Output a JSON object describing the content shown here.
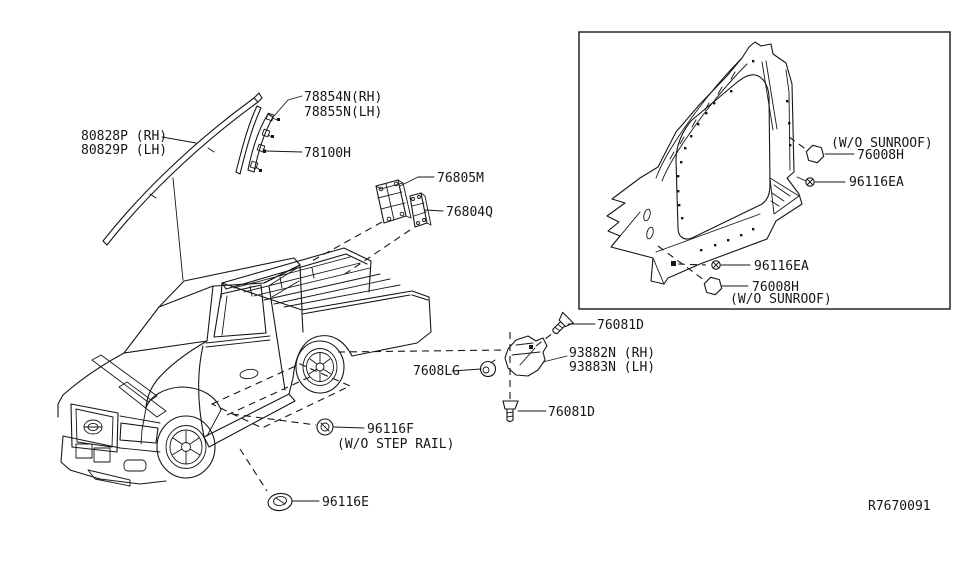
{
  "diagram": {
    "kind": "vehicle-parts-line-diagram",
    "background_color": "#ffffff",
    "line_color": "#161616",
    "reference_code": "R7670091"
  },
  "labels": {
    "part_78854n": "78854N(RH)",
    "part_78855n": "78855N(LH)",
    "part_80828p": "80828P (RH)",
    "part_80829p": "80829P (LH)",
    "part_78100h": "78100H",
    "part_76805m": "76805M",
    "part_76804q": "76804Q",
    "sunroof_note_top": "(W/O SUNROOF)",
    "part_76008h_top": "76008H",
    "part_96116ea_top": "96116EA",
    "part_96116ea_bottom": "96116EA",
    "part_76008h_bottom": "76008H",
    "sunroof_note_bottom": "(W/O SUNROOF)",
    "part_76081d_top": "76081D",
    "part_93882n": "93882N (RH)",
    "part_93883n": "93883N (LH)",
    "part_7608lg": "7608LG",
    "part_76081d_bottom": "76081D",
    "part_96116f": "96116F",
    "step_rail_note": "(W/O STEP RAIL)",
    "part_96116e": "96116E",
    "diagram_ref": "R7670091"
  }
}
